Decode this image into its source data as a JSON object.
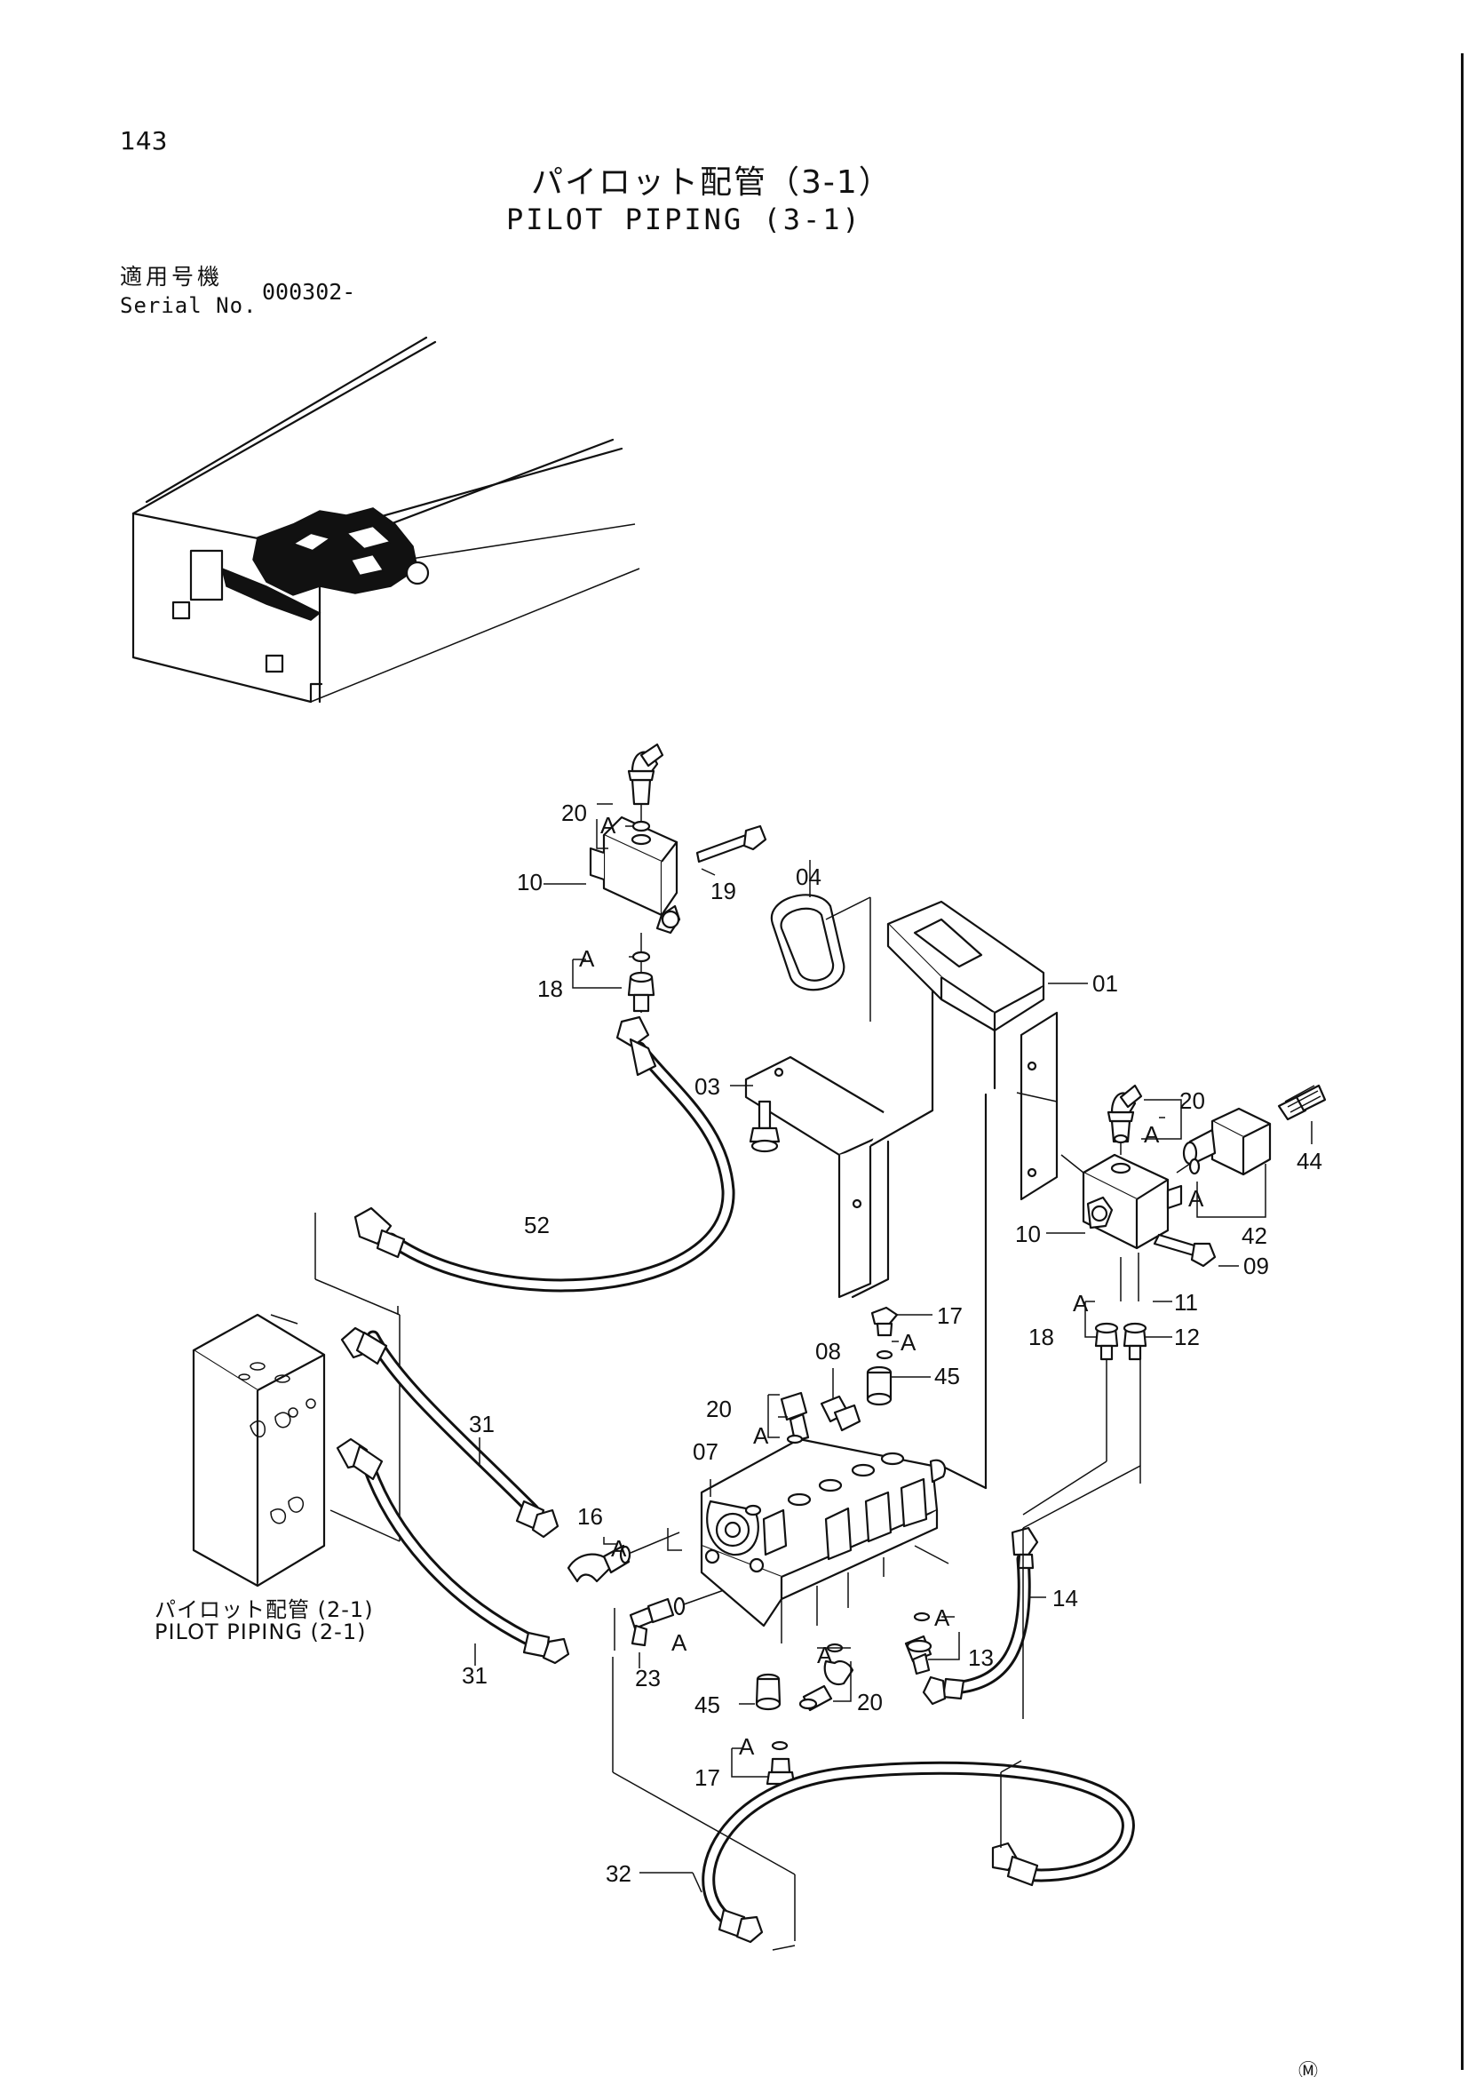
{
  "page_number": "143",
  "title_jp": "パイロット配管（3-1）",
  "title_en": "PILOT PIPING (3-1)",
  "serial_label_jp": "適用号機",
  "serial_label_en": "Serial No.",
  "serial_value": "000302-",
  "reference_jp": "パイロット配管 (2-1)",
  "reference_en": "PILOT PIPING (2-1)",
  "corner_mark": "Ⓜ",
  "callouts": {
    "c20a": "20",
    "a1": "A",
    "c10a": "10",
    "c19": "19",
    "a2": "A",
    "c18a": "18",
    "c04": "04",
    "c01": "01",
    "c03": "03",
    "c20b": "20",
    "a3": "A",
    "c44": "44",
    "a4": "A",
    "c42": "42",
    "c10b": "10",
    "c09": "09",
    "a5": "A",
    "c11": "11",
    "c18b": "18",
    "c12": "12",
    "c52": "52",
    "c17a": "17",
    "a6": "A",
    "c08": "08",
    "c45a": "45",
    "c20c": "20",
    "a7": "A",
    "c07": "07",
    "c31a": "31",
    "c16": "16",
    "a8": "A",
    "c14": "14",
    "a9": "A",
    "c13": "13",
    "c31b": "31",
    "a10": "A",
    "c23": "23",
    "a11": "A",
    "c20d": "20",
    "c45b": "45",
    "a12": "A",
    "c17b": "17",
    "c32": "32"
  }
}
